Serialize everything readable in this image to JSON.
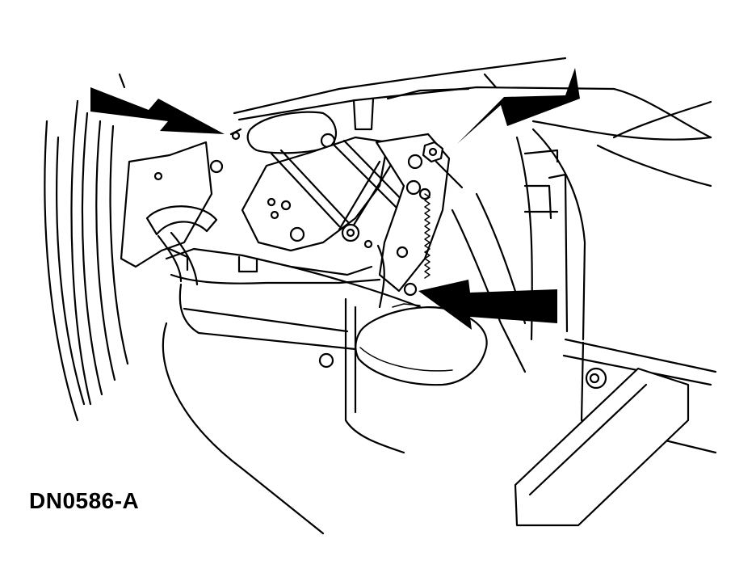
{
  "figure": {
    "id_label": "DN0586-A"
  },
  "colors": {
    "ink": "#000000",
    "paper": "#ffffff"
  },
  "callouts": [
    {
      "name": "arrow-upper-left-nut",
      "direction": "down-right"
    },
    {
      "name": "arrow-upper-right-nut",
      "direction": "down-left"
    },
    {
      "name": "arrow-lower-right-nut",
      "direction": "left"
    }
  ]
}
